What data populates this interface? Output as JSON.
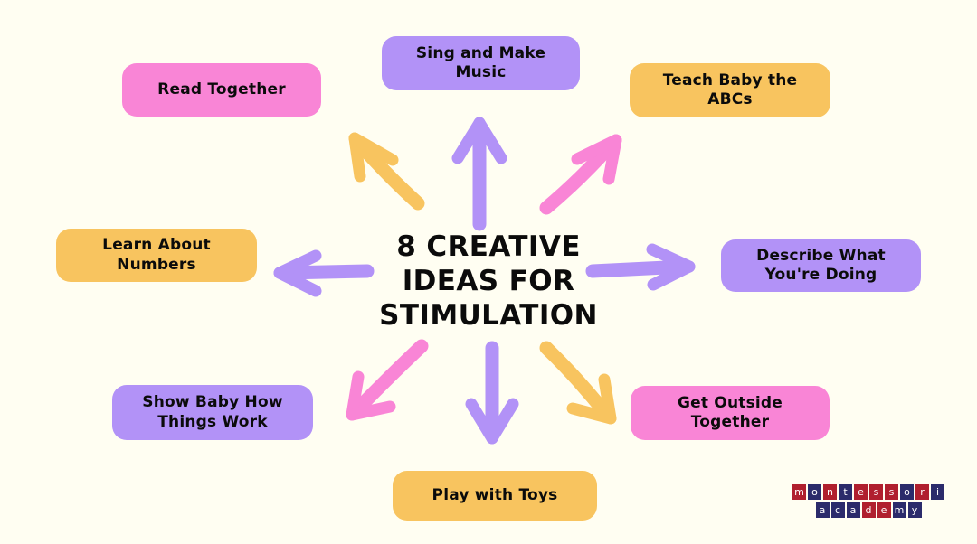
{
  "page": {
    "background_color": "#FFFEF2",
    "title_text": "8 CREATIVE\nIDEAS FOR\nSTIMULATION"
  },
  "palette": {
    "pink": "#F985D6",
    "purple": "#B292F7",
    "orange": "#F8C45F",
    "text": "#0B0B0B",
    "logo_red": "#B01F2E",
    "logo_navy": "#2B2B6B"
  },
  "center": {
    "title": "8 CREATIVE\nIDEAS FOR\nSTIMULATION"
  },
  "ideas": [
    {
      "id": "read-together",
      "label": "Read Together",
      "color": "pink",
      "position": "top-left"
    },
    {
      "id": "sing-make-music",
      "label": "Sing and Make\nMusic",
      "color": "purple",
      "position": "top"
    },
    {
      "id": "teach-abcs",
      "label": "Teach Baby the\nABCs",
      "color": "orange",
      "position": "top-right"
    },
    {
      "id": "learn-numbers",
      "label": "Learn About\nNumbers",
      "color": "orange",
      "position": "left"
    },
    {
      "id": "describe-doing",
      "label": "Describe What\nYou're Doing",
      "color": "purple",
      "position": "right"
    },
    {
      "id": "show-things-work",
      "label": "Show Baby How\nThings Work",
      "color": "purple",
      "position": "bottom-left"
    },
    {
      "id": "get-outside",
      "label": "Get Outside\nTogether",
      "color": "pink",
      "position": "bottom-right"
    },
    {
      "id": "play-with-toys",
      "label": "Play with Toys",
      "color": "orange",
      "position": "bottom"
    }
  ],
  "arrows": [
    {
      "id": "arrow-up-left",
      "direction": "up-left",
      "color": "#F8C45F",
      "points_to": "read-together"
    },
    {
      "id": "arrow-up",
      "direction": "up",
      "color": "#B292F7",
      "points_to": "sing-make-music"
    },
    {
      "id": "arrow-up-right",
      "direction": "up-right",
      "color": "#F985D6",
      "points_to": "teach-abcs"
    },
    {
      "id": "arrow-left",
      "direction": "left",
      "color": "#B292F7",
      "points_to": "learn-numbers"
    },
    {
      "id": "arrow-right",
      "direction": "right",
      "color": "#B292F7",
      "points_to": "describe-doing"
    },
    {
      "id": "arrow-down-left",
      "direction": "down-left",
      "color": "#F985D6",
      "points_to": "show-things-work"
    },
    {
      "id": "arrow-down",
      "direction": "down",
      "color": "#B292F7",
      "points_to": "play-with-toys"
    },
    {
      "id": "arrow-down-right",
      "direction": "down-right",
      "color": "#F8C45F",
      "points_to": "get-outside"
    }
  ],
  "logo": {
    "line1": "montessori",
    "line2": "academy",
    "line1_tiles": [
      {
        "char": "m",
        "color": "red"
      },
      {
        "char": "o",
        "color": "navy"
      },
      {
        "char": "n",
        "color": "red"
      },
      {
        "char": "t",
        "color": "navy"
      },
      {
        "char": "e",
        "color": "red"
      },
      {
        "char": "s",
        "color": "red"
      },
      {
        "char": "s",
        "color": "red"
      },
      {
        "char": "o",
        "color": "navy"
      },
      {
        "char": "r",
        "color": "red"
      },
      {
        "char": "i",
        "color": "navy"
      }
    ],
    "line2_tiles": [
      {
        "char": "a",
        "color": "navy"
      },
      {
        "char": "c",
        "color": "navy"
      },
      {
        "char": "a",
        "color": "navy"
      },
      {
        "char": "d",
        "color": "red"
      },
      {
        "char": "e",
        "color": "red"
      },
      {
        "char": "m",
        "color": "navy"
      },
      {
        "char": "y",
        "color": "navy"
      }
    ]
  }
}
